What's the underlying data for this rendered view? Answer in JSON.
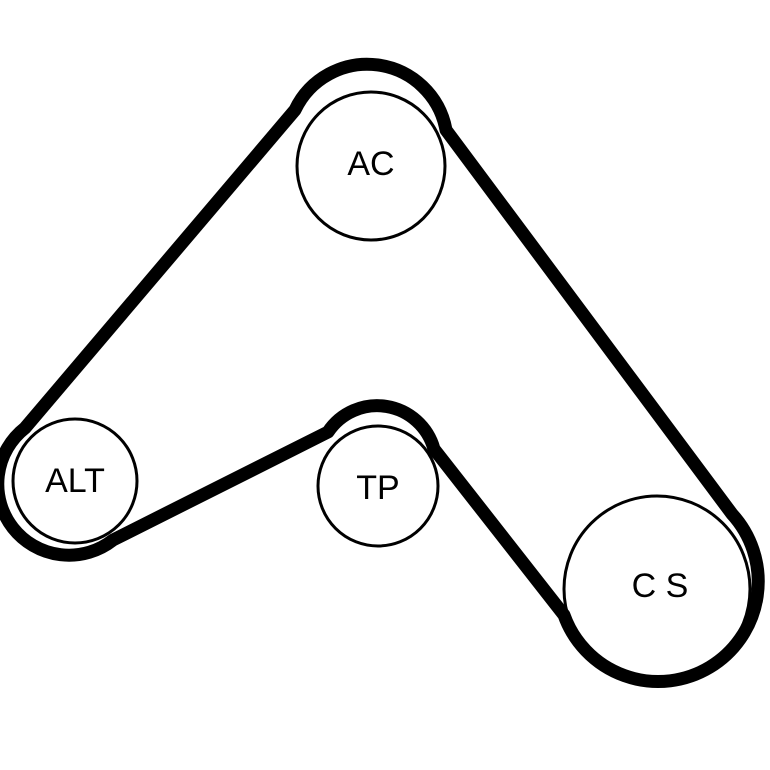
{
  "diagram": {
    "pulleys": [
      {
        "id": "ac",
        "label": "AC"
      },
      {
        "id": "alt",
        "label": "ALT"
      },
      {
        "id": "tp",
        "label": "TP"
      },
      {
        "id": "cs",
        "label": "C S"
      }
    ],
    "colors": {
      "belt": "#000000",
      "pulley_outline": "#000000",
      "background": "#ffffff"
    }
  }
}
